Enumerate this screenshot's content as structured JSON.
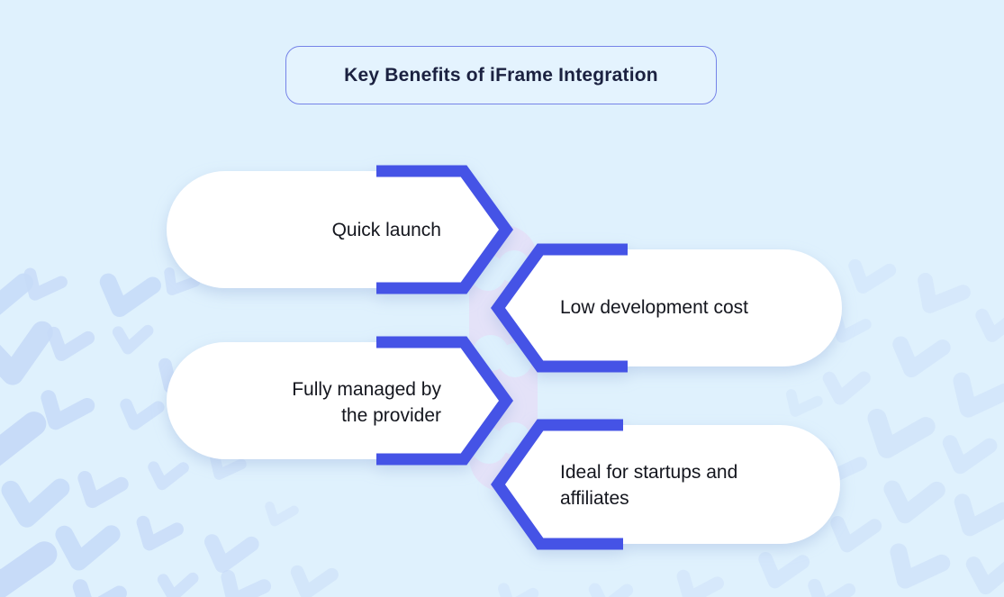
{
  "title": {
    "text": "Key Benefits of iFrame Integration"
  },
  "benefits": [
    {
      "id": "quick-launch",
      "label": "Quick launch",
      "lines": [
        "Quick launch"
      ],
      "arrow_direction": "right"
    },
    {
      "id": "low-development-cost",
      "label": "Low development cost",
      "lines": [
        "Low development cost"
      ],
      "arrow_direction": "left"
    },
    {
      "id": "fully-managed-by-provider",
      "label": "Fully managed by the provider",
      "lines": [
        "Fully managed by",
        "the provider"
      ],
      "arrow_direction": "right"
    },
    {
      "id": "ideal-for-startups-affiliates",
      "label": "Ideal for startups and affiliates",
      "lines": [
        "Ideal for startups and",
        "affiliates"
      ],
      "arrow_direction": "left"
    }
  ],
  "icons": [
    {
      "name": "v-logo-mark",
      "description": "rounded V chevron watermark repeated over background"
    }
  ],
  "colors": {
    "background": "#dff1fd",
    "pattern_v": "#c7dbf8",
    "card_fill": "#ffffff",
    "card_text": "#14161e",
    "accent_blue": "#4553e6",
    "ribbon": "#e4e2f8",
    "blob": "#ddf0fd",
    "title_border": "#7583e8",
    "title_text": "#1b2140",
    "title_fill": "#e4f3fe"
  }
}
